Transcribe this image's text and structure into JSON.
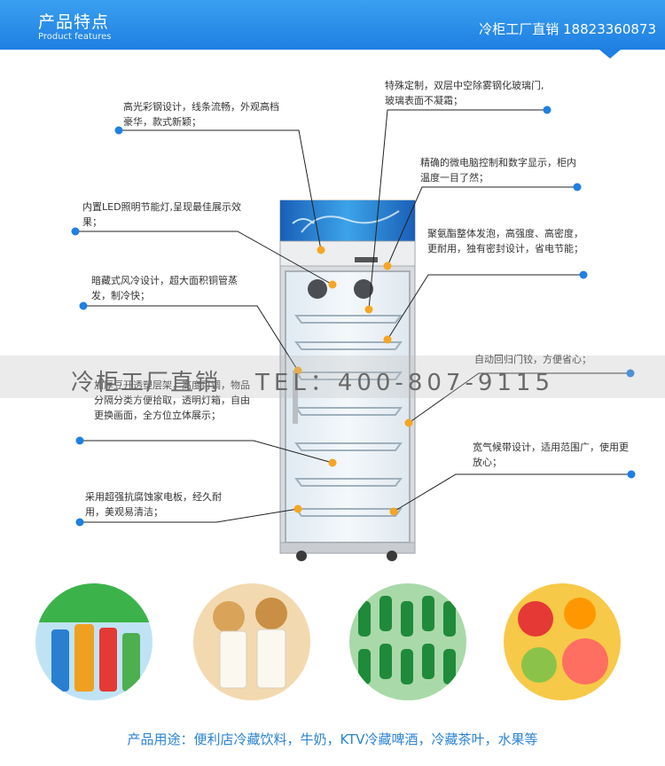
{
  "header": {
    "title": "产品特点",
    "subtitle": "Product features",
    "hotline": "冷柜工厂直销 18823360873",
    "colors": {
      "bar": "#2a8be8",
      "dot": "#1f7fe2"
    }
  },
  "features": {
    "steel": "高光彩钢设计，线条流畅，外观高档豪华，款式新颖；",
    "led": "内置LED照明节能灯,呈现最佳展示效果；",
    "fan": "暗藏式风冷设计，超大面积铜管蒸发，制冷快；",
    "shelf": "加厚豆开透塑层架，高度可调，物品分隔分类方便拾取，透明灯箱，自由更换画面，全方位立体展示；",
    "panel": "采用超强抗腐蚀家电板，经久耐用，美观易清洁；",
    "glass": "特殊定制，双层中空除雾钢化玻璃门,玻璃表面不凝霜；",
    "control": "精确的微电脑控制和数字显示，柜内温度一目了然；",
    "foam": "聚氨酯整体发泡，高强度、高密度，更耐用，独有密封设计，省电节能；",
    "hinge": "自动回归门铰，方便省心；",
    "seal": "宽气候带设计，适用范围广，使用更放心；"
  },
  "banner": {
    "brand": "冷柜工厂直销",
    "tel": "TEL：400-807-9115"
  },
  "footer": {
    "usage": "产品用途：便利店冷藏饮料，牛奶，KTV冷藏啤酒，冷藏茶叶，水果等"
  }
}
